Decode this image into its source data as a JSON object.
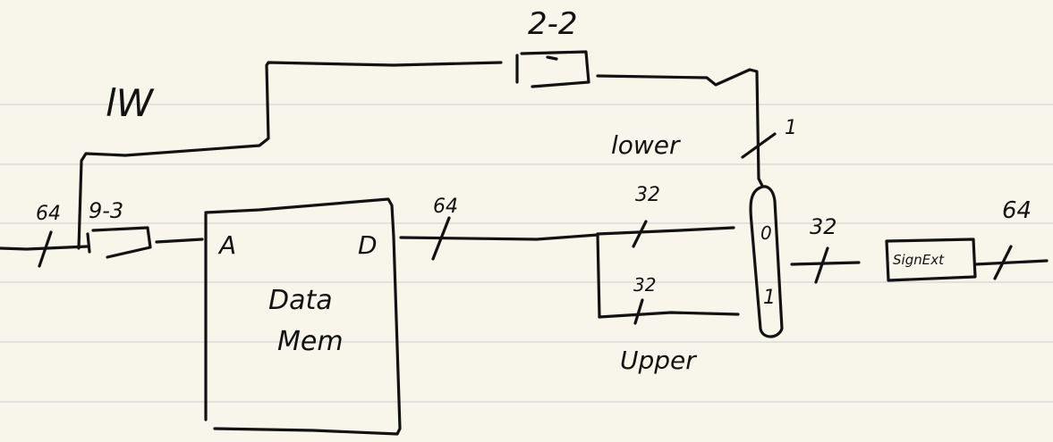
{
  "labels": {
    "lw": "lW",
    "bits_addr_slice": "2-2",
    "bits_in": "64",
    "addr_slice": "9-3",
    "port_a": "A",
    "port_d": "D",
    "mem_line1": "Data",
    "mem_line2": "Mem",
    "bits_d": "64",
    "bits_lower_path": "32",
    "bits_upper_path": "32",
    "lower": "lower",
    "upper": "Upper",
    "select_bits": "1",
    "mux_in0": "0",
    "mux_in1": "1",
    "bits_mux_out": "32",
    "sign_ext": "SignExt",
    "bits_out": "64"
  }
}
